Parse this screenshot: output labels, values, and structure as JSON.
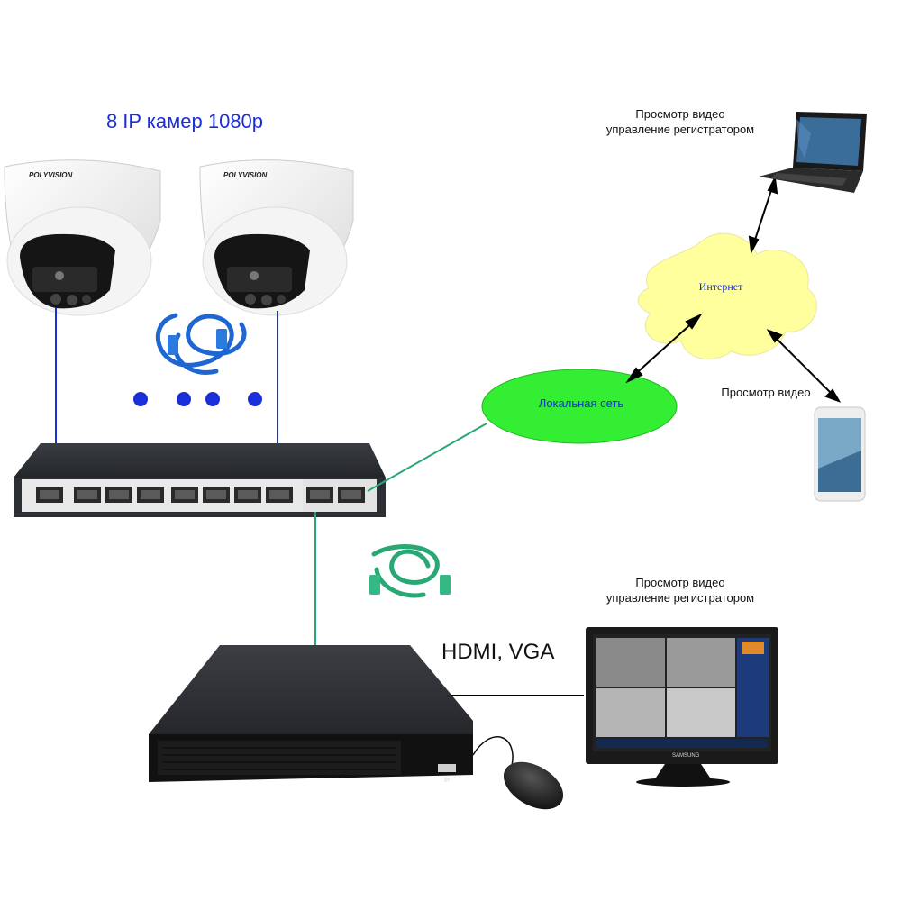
{
  "title": "8 IP камер 1080p",
  "laptop": {
    "line1": "Просмотр видео",
    "line2": "управление регистратором"
  },
  "internet": {
    "label": "Интернет"
  },
  "lan": {
    "label": "Локальная сеть"
  },
  "phone": {
    "label": "Просмотр видео"
  },
  "monitor": {
    "line1": "Просмотр видео",
    "line2": "управление регистратором",
    "brand": "SAMSUNG"
  },
  "link": {
    "label": "HDMI, VGA"
  },
  "camera": {
    "brand": "POLYVISION"
  },
  "colors": {
    "accent": "#1a2fd8",
    "lan_fill": "#33ee33",
    "cloud_fill": "#ffff9e",
    "cable_blue": "#1e66d0",
    "cable_green": "#2aa874"
  }
}
